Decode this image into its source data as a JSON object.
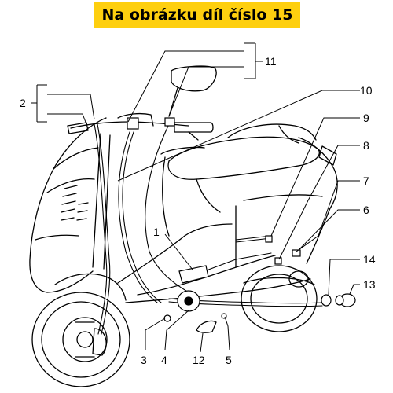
{
  "banner": {
    "title": "Na obrázku díl číslo 15",
    "color": "#fecf0f"
  },
  "callouts": [
    {
      "id": "1",
      "text": "1"
    },
    {
      "id": "2",
      "text": "2"
    },
    {
      "id": "3",
      "text": "3"
    },
    {
      "id": "4",
      "text": "4"
    },
    {
      "id": "5",
      "text": "5"
    },
    {
      "id": "6",
      "text": "6"
    },
    {
      "id": "7",
      "text": "7"
    },
    {
      "id": "8",
      "text": "8"
    },
    {
      "id": "9",
      "text": "9"
    },
    {
      "id": "10",
      "text": "10"
    },
    {
      "id": "11",
      "text": "11"
    },
    {
      "id": "12",
      "text": "12"
    },
    {
      "id": "13",
      "text": "13"
    },
    {
      "id": "14",
      "text": "14"
    }
  ]
}
